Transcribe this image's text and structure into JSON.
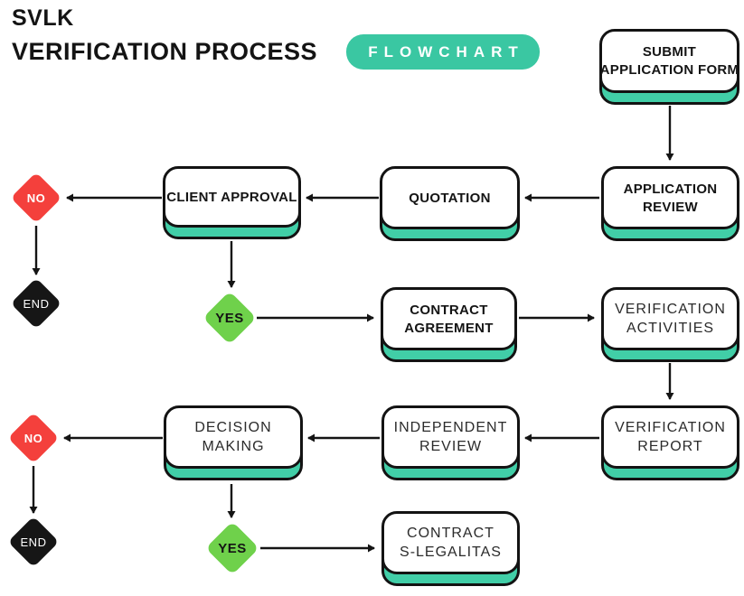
{
  "title": {
    "line1": "SVLK",
    "line2": "VERIFICATION PROCESS"
  },
  "badge": {
    "label": "FLOWCHART"
  },
  "colors": {
    "teal_badge": "#3AC7A2",
    "teal_shadow": "#41CEA7",
    "red": "#F4403C",
    "green": "#6FD14B",
    "black": "#161616",
    "line": "#141414"
  },
  "nodes": {
    "submit_application_form": {
      "lines": [
        "SUBMIT",
        "APPLICATION FORM"
      ]
    },
    "application_review": {
      "lines": [
        "APPLICATION",
        "REVIEW"
      ]
    },
    "quotation": {
      "lines": [
        "QUOTATION"
      ]
    },
    "client_approval": {
      "lines": [
        "CLIENT APPROVAL"
      ]
    },
    "contract_agreement": {
      "lines": [
        "CONTRACT",
        "AGREEMENT"
      ]
    },
    "verification_activities": {
      "lines": [
        "VERIFICATION",
        "ACTIVITIES"
      ]
    },
    "verification_report": {
      "lines": [
        "VERIFICATION",
        "REPORT"
      ]
    },
    "independent_review": {
      "lines": [
        "INDEPENDENT",
        "REVIEW"
      ]
    },
    "decision_making": {
      "lines": [
        "DECISION",
        "MAKING"
      ]
    },
    "contract_s_legalitas": {
      "lines": [
        "CONTRACT",
        "S-LEGALITAS"
      ]
    }
  },
  "decisions": {
    "no_top": "NO",
    "end_top": "END",
    "yes_top": "YES",
    "no_bottom": "NO",
    "end_bottom": "END",
    "yes_bottom": "YES"
  }
}
